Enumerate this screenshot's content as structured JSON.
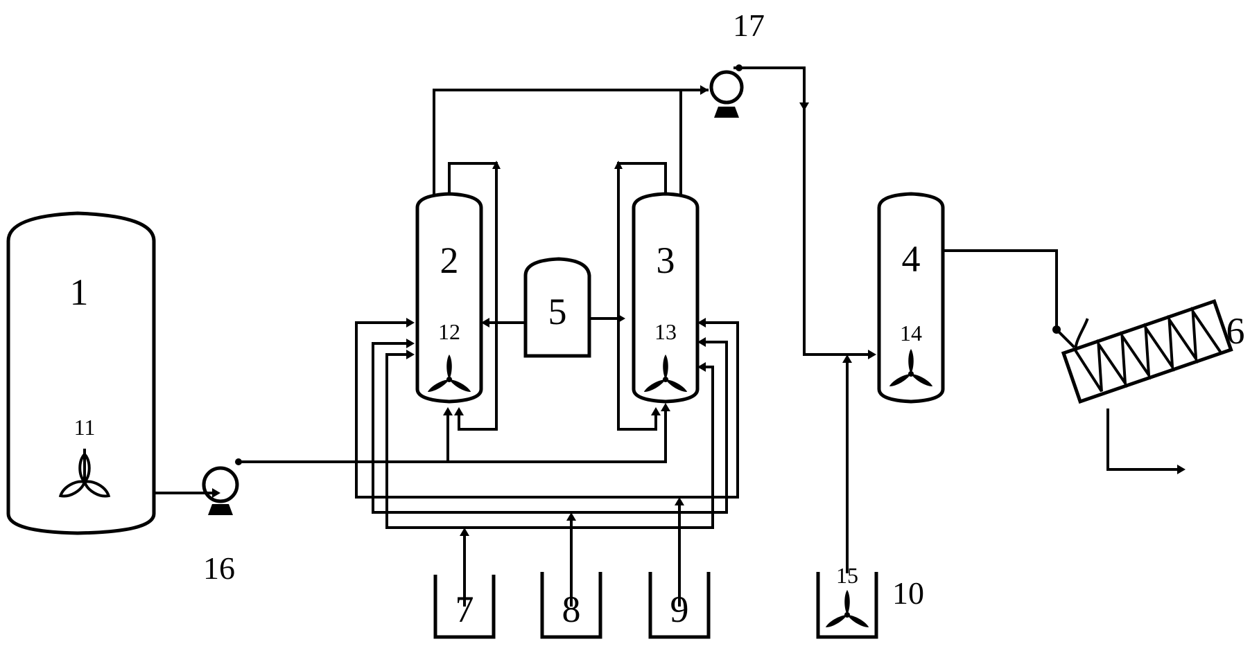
{
  "labels": {
    "n1": "1",
    "n2": "2",
    "n3": "3",
    "n4": "4",
    "n5": "5",
    "n6": "6",
    "n7": "7",
    "n8": "8",
    "n9": "9",
    "n10": "10",
    "n11": "11",
    "n12": "12",
    "n13": "13",
    "n14": "14",
    "n15": "15",
    "n16": "16",
    "n17": "17"
  },
  "icons": {
    "stirrer": "three-blade-agitator-icon",
    "pump": "centrifugal-pump-icon",
    "conveyor": "screw-conveyor-icon"
  },
  "colors": {
    "line": "#000000",
    "background": "#ffffff"
  }
}
